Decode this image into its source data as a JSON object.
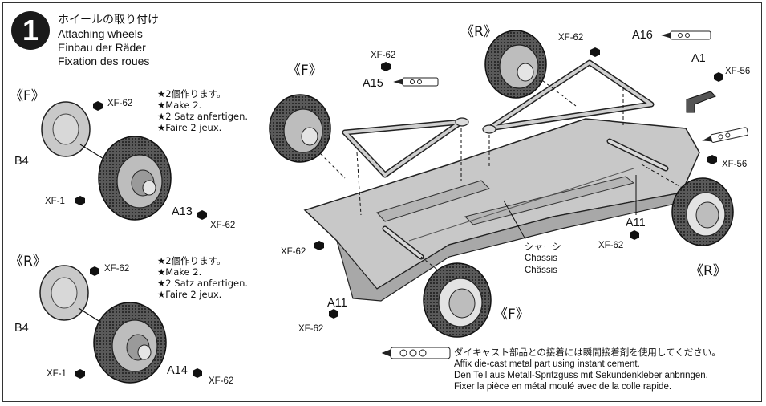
{
  "step": {
    "number": "1",
    "title_ja": "ホイールの取り付け",
    "title_en": "Attaching wheels",
    "title_de": "Einbau der Räder",
    "title_fr": "Fixation des roues"
  },
  "front_assembly": {
    "label": "《F》",
    "note_ja": "★2個作ります。",
    "note_en": "★Make 2.",
    "note_de": "★2 Satz anfertigen.",
    "note_fr": "★Faire 2 jeux.",
    "part_b4": "B4",
    "part_a13": "A13",
    "paint_hub": "XF-62",
    "paint_tire": "XF-1",
    "paint_a13": "XF-62"
  },
  "rear_assembly": {
    "label": "《R》",
    "note_ja": "★2個作ります。",
    "note_en": "★Make 2.",
    "note_de": "★2 Satz anfertigen.",
    "note_fr": "★Faire 2 jeux.",
    "part_b4": "B4",
    "part_a14": "A14",
    "paint_hub": "XF-62",
    "paint_tire": "XF-1",
    "paint_a14": "XF-62"
  },
  "chassis_diagram": {
    "label_f_top": "《F》",
    "label_r_top": "《R》",
    "label_r_bottom": "《R》",
    "label_f_bottom": "《F》",
    "part_a15": "A15",
    "part_a16": "A16",
    "part_a1": "A1",
    "part_a11_right": "A11",
    "part_a11_left": "A11",
    "paint_a15": "XF-62",
    "paint_a16": "XF-62",
    "paint_a1": "XF-56",
    "paint_right_mid": "XF-56",
    "paint_a11_right": "XF-62",
    "paint_chassis_left": "XF-62",
    "paint_a11_left": "XF-62",
    "chassis_ja": "シャーシ",
    "chassis_en": "Chassis",
    "chassis_fr": "Châssis"
  },
  "caution": {
    "ja": "ダイキャスト部品との接着には瞬間接着剤を使用してください。",
    "en": "Affix die-cast metal part using instant cement.",
    "de": "Den Teil aus Metall-Spritzguss mit Sekundenkleber anbringen.",
    "fr": "Fixer la pièce en métal moulé avec de la colle rapide."
  }
}
